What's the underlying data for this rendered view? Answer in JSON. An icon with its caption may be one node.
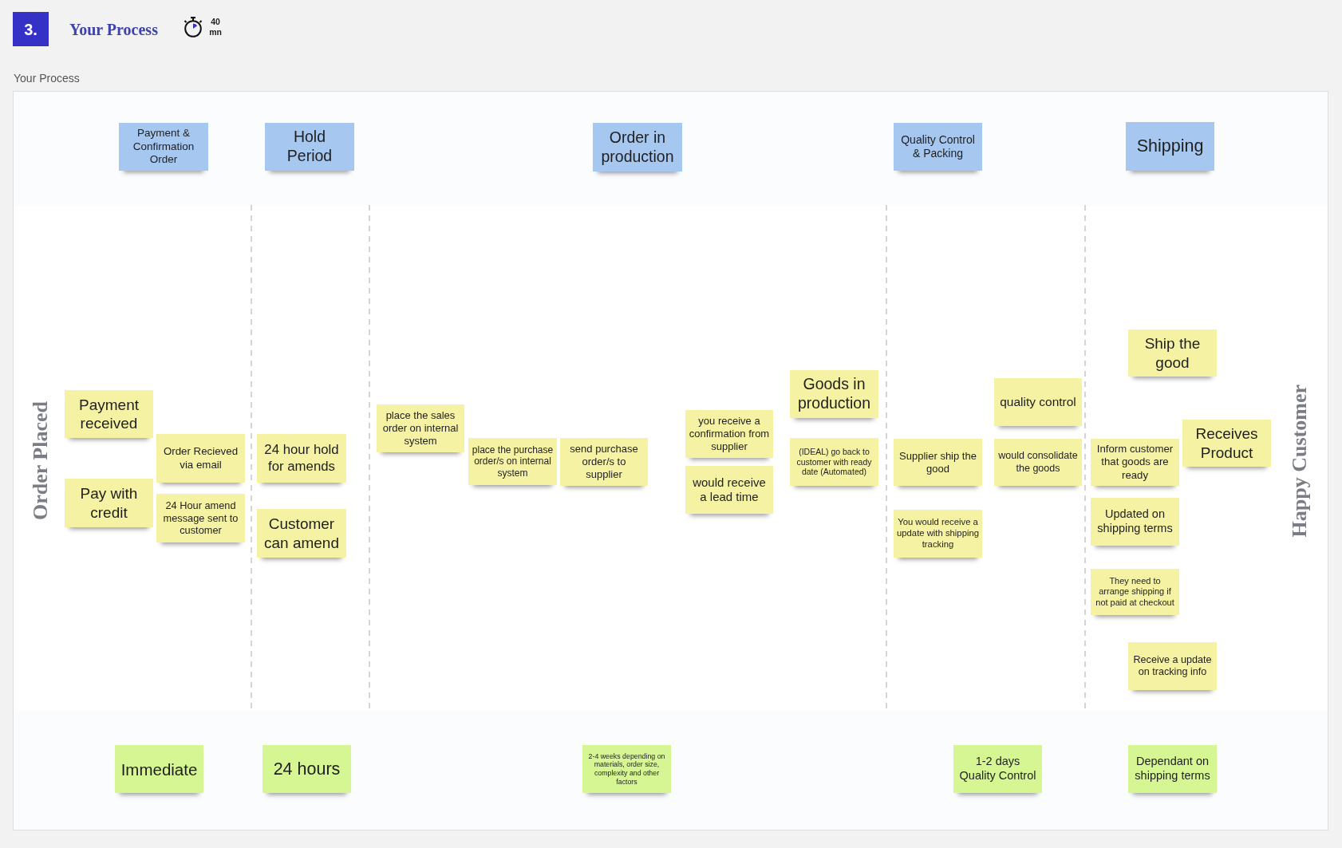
{
  "diagram": {
    "title": "Your Process",
    "nodes": [
      {
        "text": [
          "3."
        ]
      },
      {
        "text": [
          "Your Process"
        ]
      },
      {
        "text": [
          "Order Placed"
        ],
        "in": 1
      },
      {
        "text": [
          "Payment & Confirmation Order"
        ],
        "in": 1
      },
      {
        "text": [
          "Hold Period"
        ],
        "in": 1
      },
      {
        "text": [
          "Order in production"
        ],
        "in": 1
      },
      {
        "text": [
          "Quality Control & Packing"
        ],
        "in": 1
      },
      {
        "text": [
          "Shipping"
        ],
        "in": 1
      },
      {
        "text": [
          "Payment received"
        ],
        "in": 1
      },
      {
        "text": [
          "Pay with credit"
        ],
        "in": 1
      },
      {
        "text": [
          "Order Recieved via email"
        ],
        "in": 1
      },
      {
        "text": [
          "24 Hour amend message sent to customer"
        ],
        "in": 1
      },
      {
        "text": [
          "24 hour hold for amends"
        ],
        "in": 1
      },
      {
        "text": [
          "Customer can amend"
        ],
        "in": 1
      },
      {
        "text": [
          "place the sales order on internal system"
        ],
        "in": 1
      },
      {
        "text": [
          "place the purchase order/s on internal system"
        ],
        "in": 1
      },
      {
        "text": [
          "send purchase order/s to supplier"
        ],
        "in": 1
      },
      {
        "text": [
          "you receive a confirmation from supplier"
        ],
        "in": 1
      },
      {
        "text": [
          "would receive a lead time"
        ],
        "in": 1
      },
      {
        "text": [
          "Goods in production"
        ],
        "in": 1
      },
      {
        "text": [
          "(IDEAL) go back to customer with ready date (Automated)"
        ],
        "in": 1
      },
      {
        "text": [
          "Supplier ship the good"
        ],
        "in": 1
      },
      {
        "text": [
          "You would receive a update with shipping tracking"
        ],
        "in": 1
      },
      {
        "text": [
          "quality control"
        ],
        "in": 1
      },
      {
        "text": [
          "would consolidate the goods"
        ],
        "in": 1
      },
      {
        "text": [
          "Ship the good"
        ],
        "in": 1
      },
      {
        "text": [
          "Inform customer that goods are ready"
        ],
        "in": 1
      },
      {
        "text": [
          "Updated on shipping terms"
        ],
        "in": 1
      },
      {
        "text": [
          "They need to arrange shipping if not paid at checkout"
        ],
        "in": 1
      },
      {
        "text": [
          "Receive a update on tracking info"
        ],
        "in": 1
      },
      {
        "text": [
          "Receives Product"
        ],
        "in": 1
      },
      {
        "text": [
          "Immediate"
        ],
        "in": 1
      },
      {
        "text": [
          "24 hours"
        ],
        "in": 1
      },
      {
        "text": [
          "2-4 weeks depending on materials, order size, complexity and other factors"
        ],
        "in": 1
      },
      {
        "text": [
          "1-2 days Quality Control"
        ],
        "in": 1
      },
      {
        "text": [
          "Dependant on shipping terms"
        ],
        "in": 1
      },
      {
        "text": [
          "Happy Customer"
        ],
        "in": 1
      }
    ],
    "labels": [
      "40 mn"
    ]
  }
}
